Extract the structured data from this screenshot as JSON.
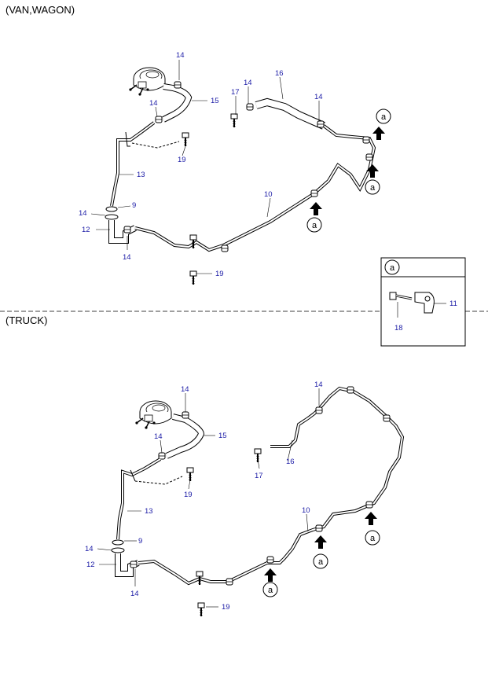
{
  "sections": {
    "van_wagon": "(VAN,WAGON)",
    "truck": "(TRUCK)"
  },
  "callout_letter": "a",
  "detail_box": {
    "letter": "a",
    "parts": {
      "bolt": "18",
      "bracket": "11"
    }
  },
  "van": {
    "booster_hose_clip": "14",
    "hose_upper": "15",
    "clip_upper": "14",
    "bolt_small": "17",
    "clip_mid": "14",
    "vacuum_tube_16": "16",
    "clip_right": "14",
    "pipe_13": "13",
    "bolt_19_upper": "19",
    "clamp_9": "9",
    "clip_left": "14",
    "hose_12": "12",
    "clip_bottom": "14",
    "pipe_10": "10",
    "bolt_19_lower": "19"
  },
  "truck": {
    "booster_hose_clip": "14",
    "hose_upper": "15",
    "clip_upper": "14",
    "clip_right": "14",
    "vacuum_tube_16": "16",
    "bolt_small": "17",
    "pipe_13": "13",
    "bolt_19_upper": "19",
    "pipe_10": "10",
    "clamp_9": "9",
    "clip_left": "14",
    "hose_12": "12",
    "clip_bottom": "14",
    "bolt_19_lower": "19"
  },
  "colors": {
    "line": "#000000",
    "part_number": "#1a1aa6"
  }
}
